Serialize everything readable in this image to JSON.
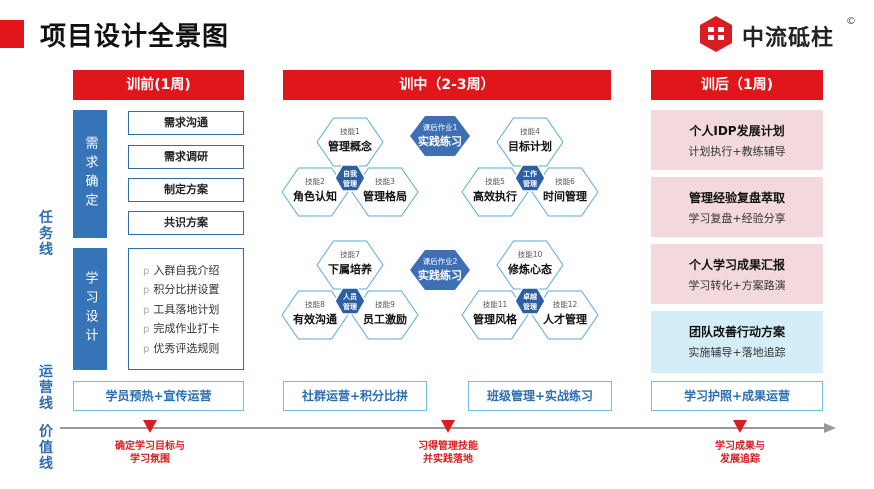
{
  "header": {
    "title": "项目设计全景图",
    "logo_text": "中流砥柱",
    "logo_mark": "©"
  },
  "phases": {
    "pre": "训前(1周)",
    "mid": "训中（2-3周）",
    "post": "训后（1周)"
  },
  "lines": {
    "task": "任务线",
    "ops": "运营线",
    "value": "价值线"
  },
  "pre": {
    "needs_label": "需求确定",
    "needs": [
      "需求沟通",
      "需求调研",
      "制定方案",
      "共识方案"
    ],
    "study_label": "学习设计",
    "study_bullet": "p",
    "study": [
      "入群自我介绍",
      "积分比拼设置",
      "工具落地计划",
      "完成作业打卡",
      "优秀评选规则"
    ]
  },
  "mid": {
    "homework1": {
      "tag": "课后作业1",
      "name": "实践练习"
    },
    "homework2": {
      "tag": "课后作业2",
      "name": "实践练习"
    },
    "clusters": [
      {
        "center": "自我\n管理",
        "skills": [
          {
            "tag": "技能1",
            "name": "管理概念"
          },
          {
            "tag": "技能2",
            "name": "角色认知"
          },
          {
            "tag": "技能3",
            "name": "管理格局"
          }
        ]
      },
      {
        "center": "工作\n管理",
        "skills": [
          {
            "tag": "技能4",
            "name": "目标计划"
          },
          {
            "tag": "技能5",
            "name": "高效执行"
          },
          {
            "tag": "技能6",
            "name": "时间管理"
          }
        ]
      },
      {
        "center": "人员\n管理",
        "skills": [
          {
            "tag": "技能7",
            "name": "下属培养"
          },
          {
            "tag": "技能8",
            "name": "有效沟通"
          },
          {
            "tag": "技能9",
            "name": "员工激励"
          }
        ]
      },
      {
        "center": "卓越\n管理",
        "skills": [
          {
            "tag": "技能10",
            "name": "修炼心态"
          },
          {
            "tag": "技能11",
            "name": "管理风格"
          },
          {
            "tag": "技能12",
            "name": "人才管理"
          }
        ]
      }
    ]
  },
  "post": [
    {
      "title": "个人IDP发展计划",
      "sub": "计划执行+教练辅导"
    },
    {
      "title": "管理经验复盘萃取",
      "sub": "学习复盘+经验分享"
    },
    {
      "title": "个人学习成果汇报",
      "sub": "学习转化+方案路演"
    },
    {
      "title": "团队改善行动方案",
      "sub": "实施辅导+落地追踪"
    }
  ],
  "ops": [
    "学员预热+宣传运营",
    "社群运营+积分比拼",
    "班级管理+实战练习",
    "学习护照+成果运营"
  ],
  "values": [
    {
      "l1": "确定学习目标与",
      "l2": "学习氛围"
    },
    {
      "l1": "习得管理技能",
      "l2": "并实践落地"
    },
    {
      "l1": "学习成果与",
      "l2": "发展追踪"
    }
  ],
  "colors": {
    "red": "#e0161b",
    "blue": "#3574b6",
    "pink": "#f3d9dc",
    "lightblue": "#d4eef7"
  }
}
